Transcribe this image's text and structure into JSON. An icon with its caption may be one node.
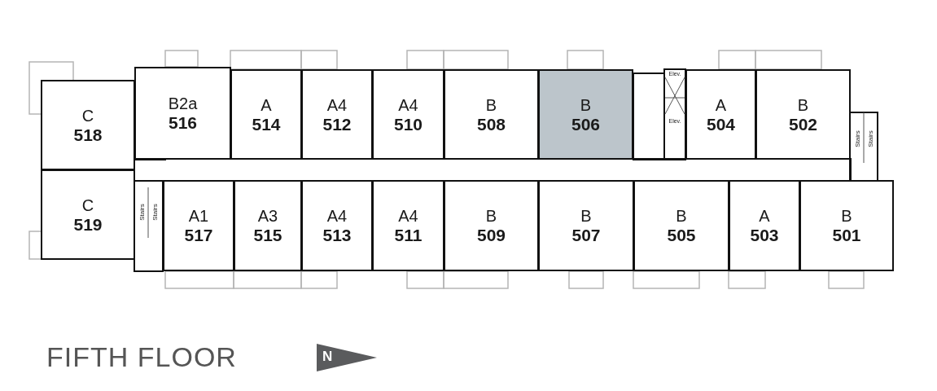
{
  "diagram": {
    "title": "FIFTH FLOOR",
    "nodes": [
      {
        "text": [
          "C",
          "518"
        ]
      },
      {
        "text": [
          "B2a",
          "516"
        ]
      },
      {
        "text": [
          "A",
          "514"
        ]
      },
      {
        "text": [
          "A4",
          "512"
        ]
      },
      {
        "text": [
          "A4",
          "510"
        ]
      },
      {
        "text": [
          "B",
          "508"
        ]
      },
      {
        "text": [
          "B",
          "506"
        ]
      },
      {
        "text": [
          "A",
          "504"
        ]
      },
      {
        "text": [
          "B",
          "502"
        ]
      },
      {
        "text": [
          "C",
          "519"
        ]
      },
      {
        "text": [
          "A1",
          "517"
        ]
      },
      {
        "text": [
          "A3",
          "515"
        ]
      },
      {
        "text": [
          "A4",
          "513"
        ]
      },
      {
        "text": [
          "A4",
          "511"
        ]
      },
      {
        "text": [
          "B",
          "509"
        ]
      },
      {
        "text": [
          "B",
          "507"
        ]
      },
      {
        "text": [
          "B",
          "505"
        ]
      },
      {
        "text": [
          "A",
          "503"
        ]
      },
      {
        "text": [
          "B",
          "501"
        ]
      }
    ],
    "edges": [],
    "labels": [
      "Elev.",
      "Elev.",
      "Stairs",
      "Stairs",
      "Stairs",
      "Stairs",
      "N"
    ]
  }
}
